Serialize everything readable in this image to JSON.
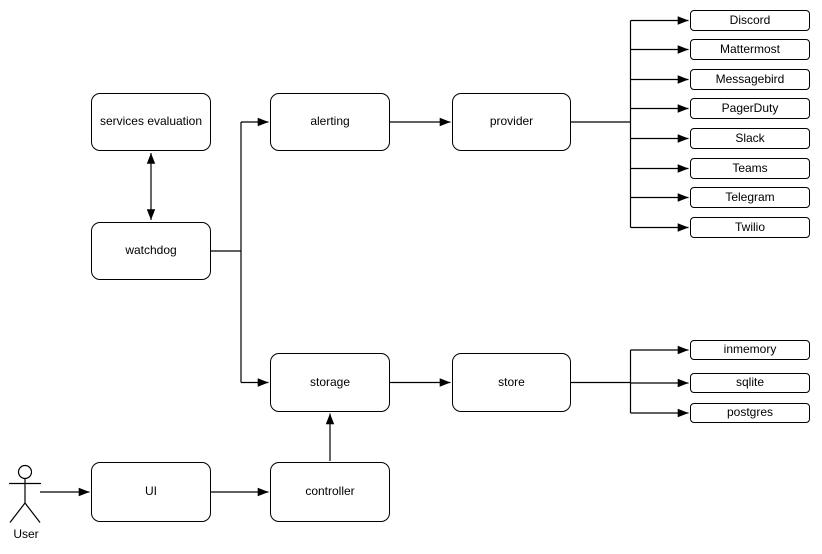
{
  "diagram": {
    "background": "#ffffff",
    "stroke_color": "#000000",
    "node_fill": "#ffffff",
    "nodes": {
      "services_evaluation": {
        "label": "services evaluation"
      },
      "watchdog": {
        "label": "watchdog"
      },
      "alerting": {
        "label": "alerting"
      },
      "provider": {
        "label": "provider"
      },
      "storage": {
        "label": "storage"
      },
      "store": {
        "label": "store"
      },
      "ui": {
        "label": "UI"
      },
      "controller": {
        "label": "controller"
      }
    },
    "provider_targets": [
      "Discord",
      "Mattermost",
      "Messagebird",
      "PagerDuty",
      "Slack",
      "Teams",
      "Telegram",
      "Twilio"
    ],
    "store_targets": [
      "inmemory",
      "sqlite",
      "postgres"
    ],
    "actor": {
      "label": "User"
    },
    "edges": [
      {
        "from": "User",
        "to": "UI",
        "arrow": "end"
      },
      {
        "from": "UI",
        "to": "controller",
        "arrow": "end"
      },
      {
        "from": "controller",
        "to": "storage",
        "arrow": "end"
      },
      {
        "from": "services evaluation",
        "to": "watchdog",
        "arrow": "both"
      },
      {
        "from": "watchdog",
        "to": "alerting",
        "arrow": "end"
      },
      {
        "from": "watchdog",
        "to": "storage",
        "arrow": "end"
      },
      {
        "from": "alerting",
        "to": "provider",
        "arrow": "end"
      },
      {
        "from": "provider",
        "to": [
          "Discord",
          "Mattermost",
          "Messagebird",
          "PagerDuty",
          "Slack",
          "Teams",
          "Telegram",
          "Twilio"
        ],
        "arrow": "end"
      },
      {
        "from": "store",
        "to": [
          "inmemory",
          "sqlite",
          "postgres"
        ],
        "arrow": "end"
      }
    ]
  }
}
